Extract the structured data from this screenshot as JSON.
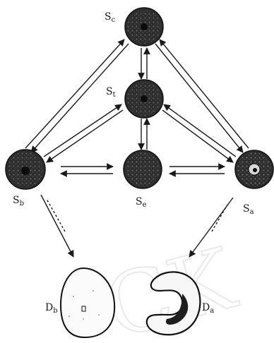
{
  "nodes": {
    "sc": {
      "letter": "S",
      "sub": "c"
    },
    "st": {
      "letter": "S",
      "sub": "t"
    },
    "sb": {
      "letter": "S",
      "sub": "b"
    },
    "se": {
      "letter": "S",
      "sub": "e"
    },
    "sa": {
      "letter": "S",
      "sub": "a"
    },
    "db": {
      "letter": "D",
      "sub": "b"
    },
    "da": {
      "letter": "D",
      "sub": "a"
    }
  },
  "watermark": "CK",
  "colors": {
    "cell_fill": "#2e2e2e",
    "line": "#1a1a1a",
    "background": "#ffffff"
  }
}
